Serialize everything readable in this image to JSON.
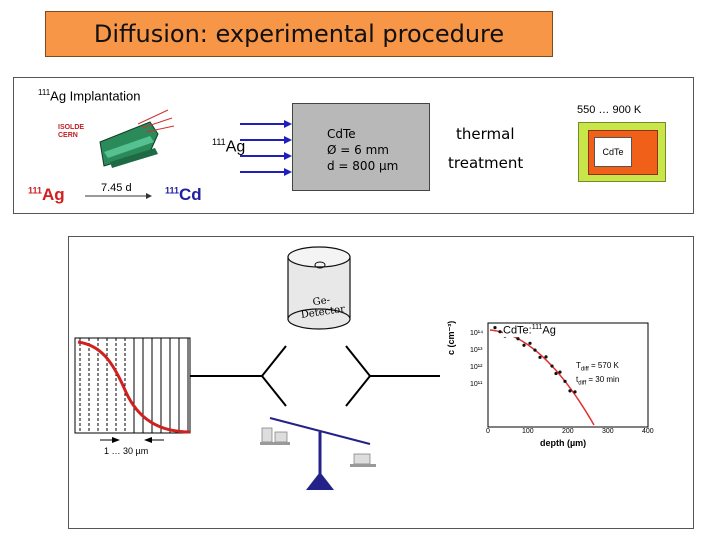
{
  "title": "Diffusion: experimental procedure",
  "implantation": {
    "label_sup": "111",
    "label_main": "Ag Implantation",
    "isolde_line1": "ISOLDE",
    "isolde_line2": "CERN",
    "beam_sup": "111",
    "beam_main": "Ag"
  },
  "decay": {
    "parent_sup": "111",
    "parent": "Ag",
    "half_life": "7.45 d",
    "daughter_sup": "111",
    "daughter": "Cd"
  },
  "sample": {
    "material": "CdTe",
    "diameter": "Ø = 6 mm",
    "thickness": "d = 800 µm"
  },
  "treatment": {
    "line1": "thermal",
    "line2": "treatment",
    "temp_range": "550 … 900 K",
    "oven_sample": "CdTe"
  },
  "detector": {
    "line1": "Ge-",
    "line2": "Detector"
  },
  "sectioning": {
    "step": "1 … 30 µm"
  },
  "profile_plot": {
    "sample_label_main": "CdTe:",
    "sample_label_sup": "111",
    "sample_label_end": "Ag",
    "tdiff_label": "T",
    "tdiff_sub": "diff",
    "tdiff_value": "= 570 K",
    "time_label": "t",
    "time_sub": "diff",
    "time_value": "= 30 min",
    "xlabel": "depth  (µm)",
    "ylabel": "c (cm⁻³)",
    "x_ticks": [
      "0",
      "100",
      "200",
      "300",
      "400"
    ],
    "y_ticks": [
      "10¹⁴",
      "10¹³",
      "10¹²",
      "10¹¹"
    ]
  },
  "colors": {
    "title_bg": "#f79646",
    "beam_arrows": "#1f1fbf",
    "oven_outer": "#c8e64a",
    "oven_furnace": "#f06018",
    "profile_curve": "#d02020",
    "fit_curve": "#e03030",
    "balance": "#222288"
  },
  "icons": [
    "isolde-beamline-icon",
    "ge-detector-icon",
    "balance-scale-icon",
    "sectioning-layers-icon"
  ]
}
